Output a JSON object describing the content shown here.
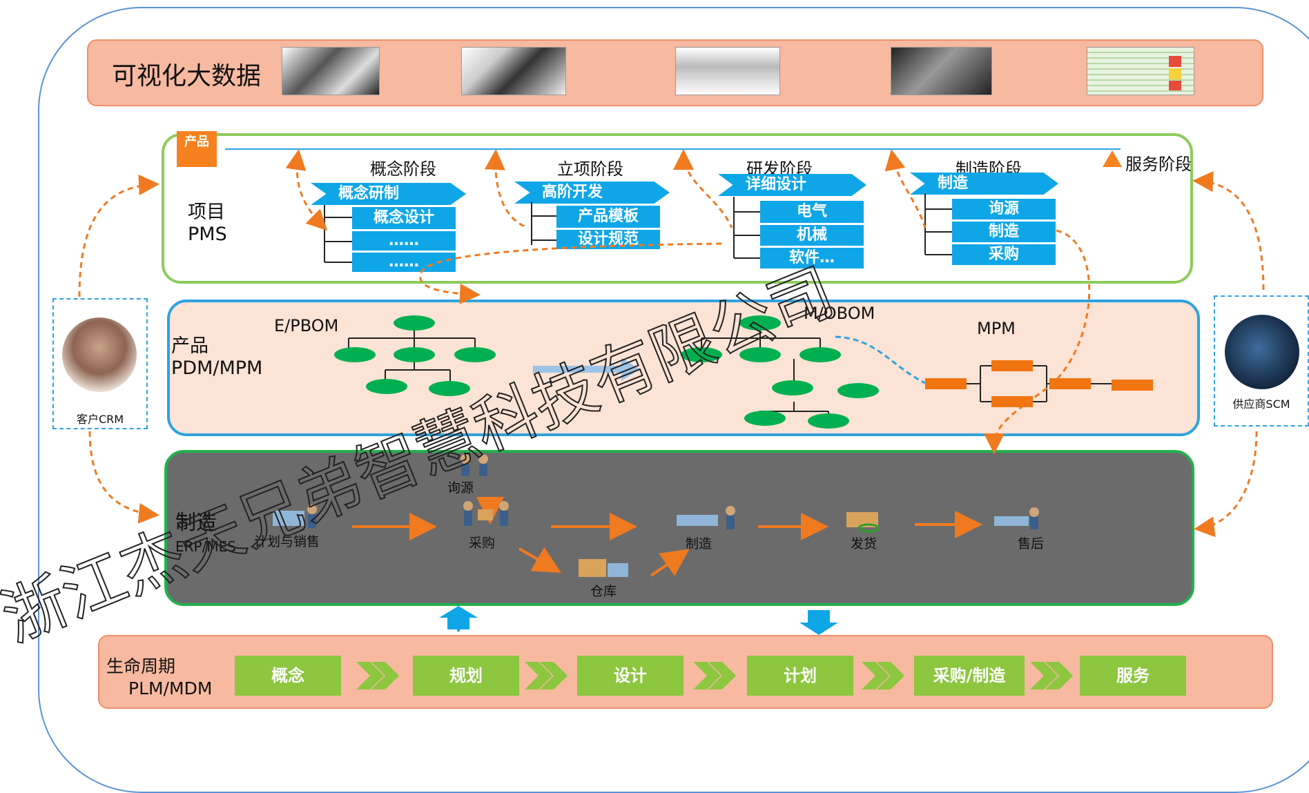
{
  "top": {
    "title": "可视化大数据"
  },
  "pms": {
    "product_badge": "产品",
    "label": "项目\nPMS",
    "label_line1": "项目",
    "label_line2": "PMS",
    "stages": [
      {
        "title": "概念阶段",
        "arrow": "概念研制",
        "items": [
          "概念设计",
          "……",
          "……"
        ]
      },
      {
        "title": "立项阶段",
        "arrow": "高阶开发",
        "items": [
          "产品模板",
          "设计规范"
        ]
      },
      {
        "title": "研发阶段",
        "arrow": "详细设计",
        "items": [
          "电气",
          "机械",
          "软件…"
        ]
      },
      {
        "title": "制造阶段",
        "arrow": "制造",
        "items": [
          "询源",
          "制造",
          "采购"
        ]
      }
    ],
    "service": "服务阶段"
  },
  "pdm": {
    "label_line1": "产品",
    "label_line2": "PDM/MPM",
    "epbom": "E/PBOM",
    "mobom": "M/OBOM",
    "mpm": "MPM"
  },
  "erp": {
    "label_line1": "制造",
    "label_line2": "ERP/MES",
    "steps": [
      "计划与销售",
      "询源",
      "采购",
      "仓库",
      "制造",
      "发货",
      "售后"
    ]
  },
  "plm": {
    "label_line1": "生命周期",
    "label_line2": "PLM/MDM",
    "phases": [
      "概念",
      "规划",
      "设计",
      "计划",
      "采购/制造",
      "服务"
    ]
  },
  "crm": {
    "label": "客户CRM"
  },
  "scm": {
    "label": "供应商SCM"
  },
  "watermark": "浙江杰天兄弟智慧科技有限公司",
  "colors": {
    "pms_border": "#8ccc5a",
    "pdm_border": "#2ea3e0",
    "erp_border": "#23b14d",
    "blue": "#0fa6e8",
    "orange": "#f07a20",
    "green": "#8dc63f"
  }
}
